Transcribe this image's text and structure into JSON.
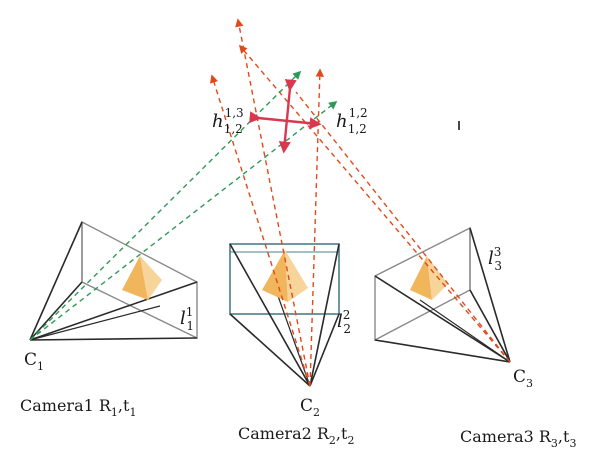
{
  "cameras": [
    {
      "id": "C",
      "sub": "1",
      "caption": "Camera1 R",
      "cap_r_sub": "1",
      "cap_t": "t",
      "cap_t_sub": "1",
      "line": "l",
      "line_sub": "1",
      "line_sup": "1"
    },
    {
      "id": "C",
      "sub": "2",
      "caption": "Camera2 R",
      "cap_r_sub": "2",
      "cap_t": "t",
      "cap_t_sub": "2",
      "line": "l",
      "line_sub": "2",
      "line_sup": "2"
    },
    {
      "id": "C",
      "sub": "3",
      "caption": "Camera3 R",
      "cap_r_sub": "3",
      "cap_t": "t",
      "cap_t_sub": "3",
      "line": "l",
      "line_sub": "3",
      "line_sup": "3"
    }
  ],
  "homographies": [
    {
      "base": "h",
      "sub": "1,2",
      "sup": "1,3"
    },
    {
      "base": "h",
      "sub": "1,2",
      "sup": "1,2"
    }
  ],
  "colors": {
    "frustum": "#2a2a2a",
    "frustum_light": "#8a8a8a",
    "image_plane_c2": "#4b7f86",
    "pyramid_front": "#f1b55c",
    "pyramid_side": "#f7d49a",
    "ray_red": "#e04a1a",
    "ray_green": "#2e9a57",
    "arrow": "#d9384f"
  }
}
